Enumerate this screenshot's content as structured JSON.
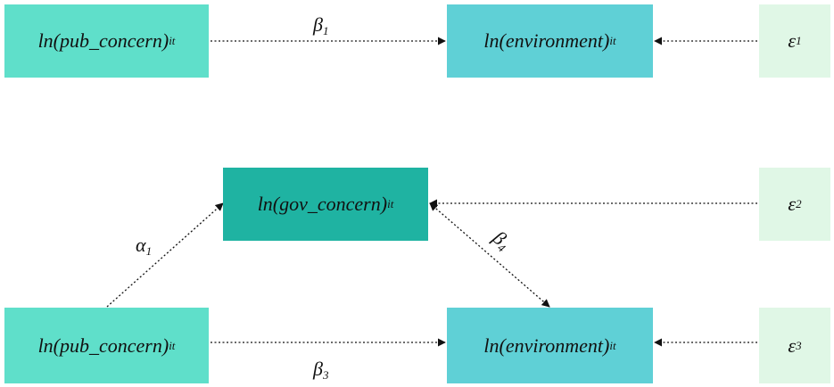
{
  "nodes": {
    "pub_concern_top": {
      "base": "ln(pub_concern)",
      "sub": "it"
    },
    "environment_top": {
      "base": "ln(environment)",
      "sub": "it"
    },
    "epsilon1": {
      "base": "ε",
      "sub": "1"
    },
    "gov_concern": {
      "base": "ln(gov_concern)",
      "sub": "it"
    },
    "epsilon2": {
      "base": "ε",
      "sub": "2"
    },
    "pub_concern_bottom": {
      "base": "ln(pub_concern)",
      "sub": "it"
    },
    "environment_bottom": {
      "base": "ln(environment)",
      "sub": "it"
    },
    "epsilon3": {
      "base": "ε",
      "sub": "3"
    }
  },
  "edge_labels": {
    "beta1": {
      "base": "β",
      "sub": "1"
    },
    "alpha1": {
      "base": "α",
      "sub": "1"
    },
    "beta4": {
      "base": "β",
      "sub": "4"
    },
    "beta3": {
      "base": "β",
      "sub": "3"
    }
  },
  "colors": {
    "pub_concern_fill": "#5fdfca",
    "environment_fill": "#5fd0d6",
    "gov_concern_fill": "#1fb3a2",
    "epsilon_fill": "#e0f7e6",
    "edge_stroke": "#111111"
  },
  "edge_style": "dotted-arrow"
}
